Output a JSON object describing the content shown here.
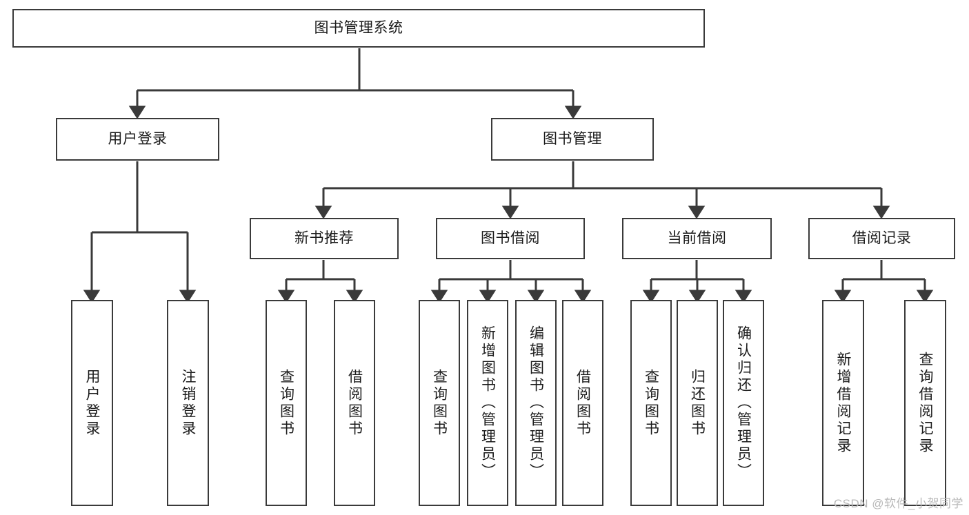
{
  "diagram": {
    "type": "tree-hierarchy",
    "title": "图书管理系统",
    "orientation": "top-down",
    "colors": {
      "box_border": "#3a3a3a",
      "box_fill": "#ffffff",
      "edge": "#3a3a3a",
      "text": "#1b1b1b",
      "watermark": "#b9b9b9"
    },
    "levels": {
      "root": {
        "label": "图书管理系统"
      },
      "level2": [
        {
          "id": "user-login",
          "label": "用户登录"
        },
        {
          "id": "book-management",
          "label": "图书管理"
        }
      ],
      "level3": [
        {
          "id": "new-book-recommend",
          "label": "新书推荐",
          "parent": "book-management"
        },
        {
          "id": "book-borrow",
          "label": "图书借阅",
          "parent": "book-management"
        },
        {
          "id": "current-borrow",
          "label": "当前借阅",
          "parent": "book-management"
        },
        {
          "id": "borrow-record",
          "label": "借阅记录",
          "parent": "book-management"
        }
      ],
      "leaves": [
        {
          "id": "leaf-user-login",
          "label": "用户登录",
          "parent": "user-login"
        },
        {
          "id": "leaf-logout-login",
          "label": "注销登录",
          "parent": "user-login"
        },
        {
          "id": "leaf-query-book-1",
          "label": "查询图书",
          "parent": "new-book-recommend"
        },
        {
          "id": "leaf-borrow-book-1",
          "label": "借阅图书",
          "parent": "new-book-recommend"
        },
        {
          "id": "leaf-query-book-2",
          "label": "查询图书",
          "parent": "book-borrow"
        },
        {
          "id": "leaf-add-book",
          "label": "新增图书（管理员）",
          "parent": "book-borrow"
        },
        {
          "id": "leaf-edit-book",
          "label": "编辑图书（管理员）",
          "parent": "book-borrow"
        },
        {
          "id": "leaf-borrow-book-2",
          "label": "借阅图书",
          "parent": "book-borrow"
        },
        {
          "id": "leaf-query-book-3",
          "label": "查询图书",
          "parent": "current-borrow"
        },
        {
          "id": "leaf-return-book",
          "label": "归还图书",
          "parent": "current-borrow"
        },
        {
          "id": "leaf-confirm-return",
          "label": "确认归还（管理员）",
          "parent": "current-borrow"
        },
        {
          "id": "leaf-add-record",
          "label": "新增借阅记录",
          "parent": "borrow-record"
        },
        {
          "id": "leaf-query-record",
          "label": "查询借阅记录",
          "parent": "borrow-record"
        }
      ]
    },
    "watermark": "CSDN @软件_小贺同学"
  }
}
